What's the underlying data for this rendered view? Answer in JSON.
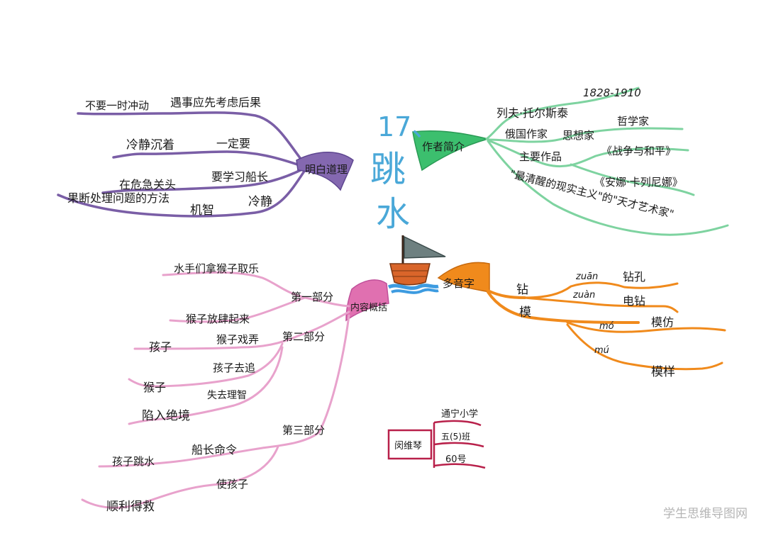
{
  "colors": {
    "purple": "#7a5ea6",
    "green": "#3cbf6e",
    "pink": "#e070b0",
    "orange": "#f08a1c",
    "title_blue": "#4aa8d8",
    "boat_hull": "#d9652a",
    "water_blue": "#3d9be0",
    "sail_gray": "#6e8080",
    "box_red": "#b8204a"
  },
  "title": {
    "number": "17、",
    "char1": "跳",
    "char2": "水"
  },
  "center_icon": "boat-on-water-icon",
  "branches": {
    "lesson": {
      "label": "明白道理",
      "items": [
        "不要一时冲动",
        "遇事应先考虑后果",
        "冷静沉着",
        "一定要",
        "在危急关头",
        "要学习船长",
        "果断处理问题的方法",
        "机智",
        "冷静"
      ]
    },
    "author": {
      "label": "作者简介",
      "items": [
        "列夫·托尔斯泰",
        "1828-1910",
        "俄国作家",
        "思想家",
        "哲学家",
        "主要作品",
        "《战争与和平》",
        "《安娜·卡列尼娜》",
        "\"最清醒的现实主义\"的\"天才艺术家\""
      ]
    },
    "content": {
      "label": "内容概括",
      "part1": "第一部分",
      "part1_items": [
        "水手们拿猴子取乐"
      ],
      "part2": "第二部分",
      "part2_items": [
        "猴子放肆起来",
        "孩子",
        "猴子戏弄",
        "猴子",
        "孩子去追",
        "陷入绝境",
        "失去理智"
      ],
      "part3": "第三部分",
      "part3_items": [
        "孩子跳水",
        "船长命令",
        "顺利得救",
        "使孩子"
      ]
    },
    "polyphone": {
      "label": "多音字",
      "char_a": "钻",
      "a_readings": [
        {
          "pinyin": "zuān",
          "word": "钻孔"
        },
        {
          "pinyin": "zuàn",
          "word": "电钻"
        }
      ],
      "char_b": "模",
      "b_readings": [
        {
          "pinyin": "mó",
          "word": "模仿"
        },
        {
          "pinyin": "mú",
          "word": "模样"
        }
      ]
    }
  },
  "signature": {
    "name": "闵维琴",
    "school": "通宁小学",
    "class": "五(5)班",
    "number": "60号"
  },
  "watermark": "学生思维导图网"
}
